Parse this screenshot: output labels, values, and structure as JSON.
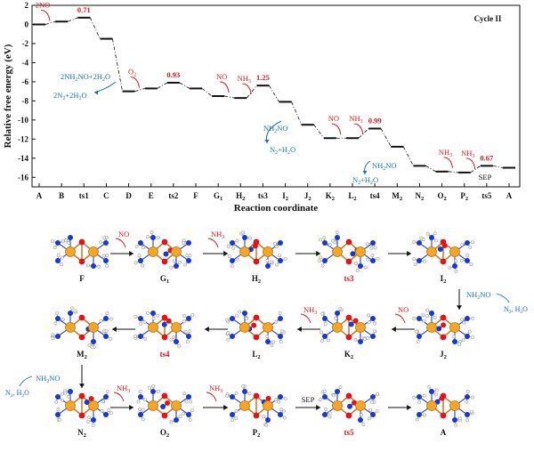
{
  "energy_diagram": {
    "cycle_label": "Cycle II",
    "ylabel": "Relative free energy (eV)",
    "xlabel": "Reaction coordinate",
    "y_ticks": [
      "2",
      "0",
      "-2",
      "-4",
      "-6",
      "-8",
      "-10",
      "-12",
      "-14",
      "-16"
    ],
    "states": [
      {
        "id": "A",
        "main": "A",
        "sub": "",
        "energy": 0.0,
        "ts": false
      },
      {
        "id": "B",
        "main": "B",
        "sub": "",
        "energy": 0.3,
        "ts": false
      },
      {
        "id": "ts1",
        "main": "ts1",
        "sub": "",
        "energy": 0.71,
        "ts": true
      },
      {
        "id": "C",
        "main": "C",
        "sub": "",
        "energy": -1.5,
        "ts": false
      },
      {
        "id": "D",
        "main": "D",
        "sub": "",
        "energy": -7.0,
        "ts": false
      },
      {
        "id": "E",
        "main": "E",
        "sub": "",
        "energy": -6.7,
        "ts": false
      },
      {
        "id": "ts2",
        "main": "ts2",
        "sub": "",
        "energy": -6.1,
        "ts": true
      },
      {
        "id": "F",
        "main": "F",
        "sub": "",
        "energy": -6.7,
        "ts": false
      },
      {
        "id": "G1",
        "main": "G",
        "sub": "1",
        "energy": -7.5,
        "ts": false
      },
      {
        "id": "H2",
        "main": "H",
        "sub": "2",
        "energy": -7.7,
        "ts": false
      },
      {
        "id": "ts3",
        "main": "ts3",
        "sub": "",
        "energy": -6.4,
        "ts": true
      },
      {
        "id": "I2",
        "main": "I",
        "sub": "2",
        "energy": -8.1,
        "ts": false
      },
      {
        "id": "J2",
        "main": "J",
        "sub": "2",
        "energy": -10.5,
        "ts": false
      },
      {
        "id": "K2",
        "main": "K",
        "sub": "2",
        "energy": -11.9,
        "ts": false
      },
      {
        "id": "L2",
        "main": "L",
        "sub": "2",
        "energy": -11.9,
        "ts": false
      },
      {
        "id": "ts4",
        "main": "ts4",
        "sub": "",
        "energy": -10.9,
        "ts": true
      },
      {
        "id": "M2",
        "main": "M",
        "sub": "2",
        "energy": -12.8,
        "ts": false
      },
      {
        "id": "N2",
        "main": "N",
        "sub": "2",
        "energy": -14.8,
        "ts": false
      },
      {
        "id": "O2",
        "main": "O",
        "sub": "2",
        "energy": -15.4,
        "ts": false
      },
      {
        "id": "P2",
        "main": "P",
        "sub": "2",
        "energy": -15.5,
        "ts": false
      },
      {
        "id": "ts5",
        "main": "ts5",
        "sub": "",
        "energy": -14.8,
        "ts": true
      },
      {
        "id": "A_end",
        "main": "A",
        "sub": "",
        "energy": -15.0,
        "ts": false
      }
    ],
    "barriers": [
      {
        "label": "0.71",
        "after": "ts1"
      },
      {
        "label": "0.93",
        "after": "ts2"
      },
      {
        "label": "1.25",
        "after": "ts3"
      },
      {
        "label": "0.99",
        "after": "ts4"
      },
      {
        "label": "0.67",
        "after": "ts5"
      }
    ],
    "additions": [
      {
        "id": "2NO",
        "label": "2NO",
        "at": "A"
      },
      {
        "id": "O2",
        "label": "O",
        "sub": "2",
        "at": "D"
      },
      {
        "id": "NO1",
        "label": "NO",
        "at": "G1"
      },
      {
        "id": "NH3_1",
        "label": "NH",
        "sub": "3",
        "at": "H2"
      },
      {
        "id": "NO2",
        "label": "NO",
        "at": "K2"
      },
      {
        "id": "NH3_2",
        "label": "NH",
        "sub": "3",
        "at": "L2"
      },
      {
        "id": "NH3_3",
        "label": "NH",
        "sub": "3",
        "at": "O2"
      },
      {
        "id": "NH3_4",
        "label": "NH",
        "sub": "3",
        "at": "P2"
      }
    ],
    "releases": {
      "r1_top": "2NH2NO+2H2O",
      "r1_bottom": "2N2+2H2O",
      "r2_top": "NH2NO",
      "r2_bottom": "N2+H2O",
      "r3_top": "NH2NO",
      "r3_bottom": "N2+H2O"
    },
    "sep_label": "SEP"
  },
  "mechanism": {
    "row1": [
      {
        "id": "F",
        "main": "F",
        "sub": "",
        "red": false
      },
      {
        "id": "G1",
        "main": "G",
        "sub": "1",
        "red": false
      },
      {
        "id": "H2",
        "main": "H",
        "sub": "2",
        "red": false
      },
      {
        "id": "ts3",
        "main": "ts3",
        "sub": "",
        "red": true
      },
      {
        "id": "I2",
        "main": "I",
        "sub": "2",
        "red": false
      }
    ],
    "row2": [
      {
        "id": "M2",
        "main": "M",
        "sub": "2",
        "red": false
      },
      {
        "id": "ts4",
        "main": "ts4",
        "sub": "",
        "red": true
      },
      {
        "id": "L2",
        "main": "L",
        "sub": "2",
        "red": false
      },
      {
        "id": "K2",
        "main": "K",
        "sub": "2",
        "red": false
      },
      {
        "id": "J2",
        "main": "J",
        "sub": "2",
        "red": false
      }
    ],
    "row3": [
      {
        "id": "N2",
        "main": "N",
        "sub": "2",
        "red": false
      },
      {
        "id": "O2",
        "main": "O",
        "sub": "2",
        "red": false
      },
      {
        "id": "P2",
        "main": "P",
        "sub": "2",
        "red": false
      },
      {
        "id": "ts5",
        "main": "ts5",
        "sub": "",
        "red": true
      },
      {
        "id": "A",
        "main": "A",
        "sub": "",
        "red": false
      }
    ],
    "arrow_labels": {
      "r1_a1": "NO",
      "r1_a2": "NH3",
      "r2_a3": "NH3",
      "r2_a4": "NO",
      "r3_a1": "NH3",
      "r3_a2": "NH3",
      "r3_a3": "SEP",
      "side_release_1": "NH2NO",
      "side_product_1": "N2, H2O",
      "side_release_2": "NH2NO",
      "side_product_2": "N2, H2O"
    }
  },
  "colors": {
    "red": "#e0141e",
    "blue": "#1a6fb5",
    "metal": "#f5a623",
    "oxygen": "#e3131b",
    "nitrogen": "#1a39c9",
    "hydrogen": "#f2f2f2"
  }
}
